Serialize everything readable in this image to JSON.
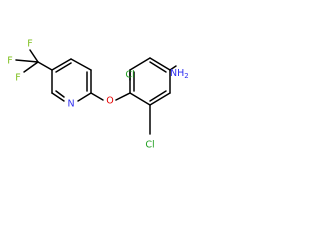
{
  "structure": {
    "atoms": {
      "f_top": "F",
      "f_left": "F",
      "f_bottom": "F",
      "n_pyridine": "N",
      "o_ether": "O",
      "cl_top": "Cl",
      "cl_bottom": "Cl",
      "nh2": "NH",
      "nh2_subscript": "2"
    },
    "colors": {
      "fluorine": "#7fbf1f",
      "nitrogen": "#2e2ef0",
      "oxygen": "#e60000",
      "chlorine": "#1f9f1f",
      "carbon_bond": "#000000"
    }
  }
}
